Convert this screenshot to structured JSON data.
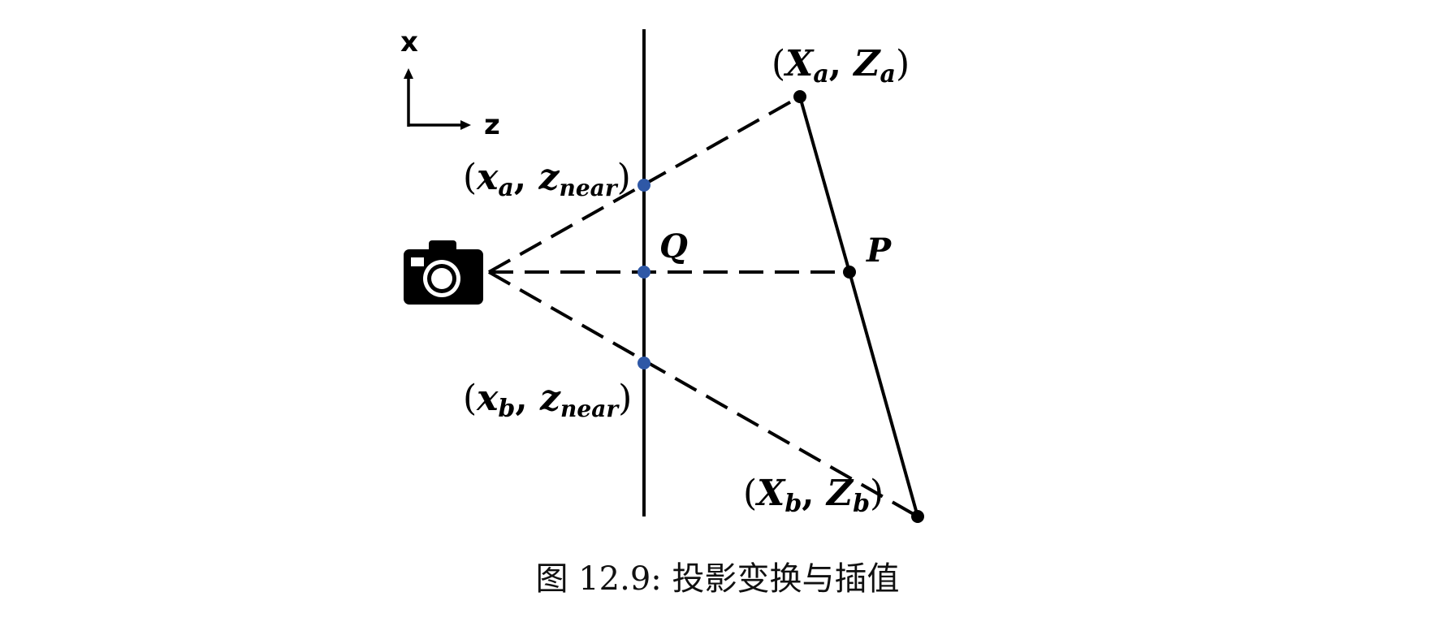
{
  "axes": {
    "x_label": "x",
    "z_label": "z"
  },
  "labels": {
    "Xa_Za": {
      "X": "X",
      "a": "a",
      "Z": "Z",
      "a2": "a"
    },
    "xa_znear": {
      "x": "x",
      "a": "a",
      "z": "z",
      "sub": "near"
    },
    "xb_znear": {
      "x": "x",
      "b": "b",
      "z": "z",
      "sub": "near"
    },
    "Xb_Zb": {
      "X": "X",
      "b": "b",
      "Z": "Z",
      "b2": "b"
    },
    "Q": "Q",
    "P": "P"
  },
  "caption": {
    "prefix": "图",
    "number": "12.9:",
    "text": "投影变换与插值"
  },
  "colors": {
    "ink": "#000000",
    "projected_point": "#2f58a6",
    "camera": "#000000"
  },
  "icons": {
    "camera": "camera-icon"
  }
}
